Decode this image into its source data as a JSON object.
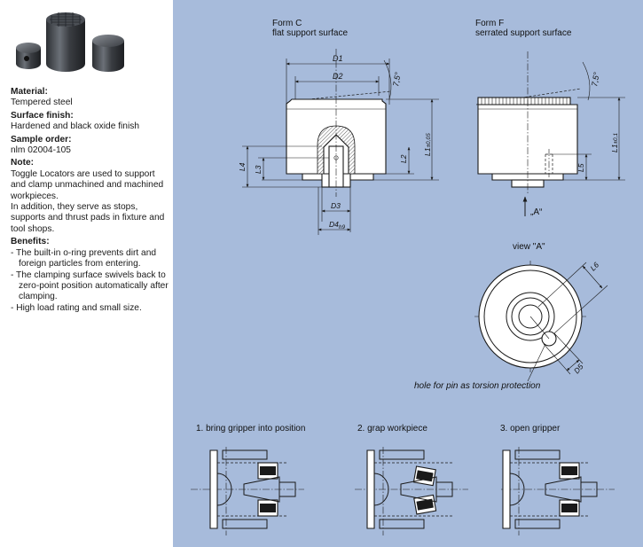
{
  "specs": {
    "material_label": "Material:",
    "material": "Tempered steel",
    "finish_label": "Surface finish:",
    "finish": "Hardened and black oxide finish",
    "sample_label": "Sample order:",
    "sample": "nlm 02004-105",
    "note_label": "Note:",
    "note_1": "Toggle Locators are used to support and clamp unmachined and machined workpieces.",
    "note_2": "In addition, they serve as stops, supports and thrust pads in fixture and tool shops.",
    "benefits_label": "Benefits:",
    "benefits": [
      "- The built-in o-ring prevents dirt and foreign particles from entering.",
      "- The clamping surface swivels back to zero-point position automatically after clamping.",
      "- High load rating and small size."
    ]
  },
  "drawing": {
    "form_c_title": "Form C",
    "form_c_sub": "flat support surface",
    "form_f_title": "Form F",
    "form_f_sub": "serrated support surface",
    "dims": {
      "d1": "D1",
      "d2": "D2",
      "d3": "D3",
      "d4": "D4",
      "d4_tol": "h9",
      "l1": "L1",
      "l1_tol_c": "±0,05",
      "l1_tol_f": "±0,1",
      "l2": "L2",
      "l3": "L3",
      "l4": "L4",
      "l5": "L5",
      "l6": "L6",
      "d5": "D5",
      "angle": "7,5°"
    },
    "view_a_arrow": "„A“",
    "view_a_title": "view \"A\"",
    "hole_note": "hole for pin as torsion protection",
    "steps": [
      "1. bring gripper into position",
      "2. grap workpiece",
      "3. open gripper"
    ]
  }
}
